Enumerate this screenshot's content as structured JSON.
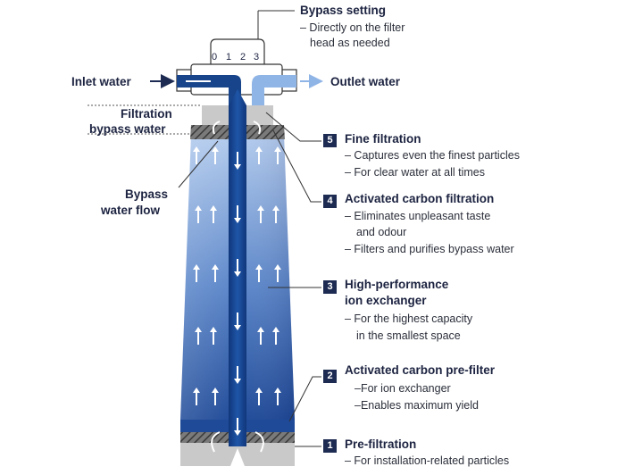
{
  "bypass": {
    "title": "Bypass setting",
    "lines": [
      "– Directly on the filter",
      "head as needed"
    ],
    "dial_marks": [
      "0",
      "1",
      "2",
      "3"
    ]
  },
  "inlet_label": "Inlet water",
  "outlet_label": "Outlet water",
  "filtration_bypass_label": [
    "Filtration",
    "bypass water"
  ],
  "bypass_flow_label": [
    "Bypass",
    "water flow"
  ],
  "stages": [
    {
      "number": "5",
      "title": [
        "Fine filtration"
      ],
      "items": [
        "– Captures even the finest particles",
        "– For clear water at all times"
      ]
    },
    {
      "number": "4",
      "title": [
        "Activated carbon filtration"
      ],
      "items": [
        "– Eliminates unpleasant taste",
        "and odour",
        "– Filters and purifies bypass water"
      ]
    },
    {
      "number": "3",
      "title": [
        "High-performance",
        "ion exchanger"
      ],
      "items": [
        "– For the highest capacity",
        "in the smallest space"
      ]
    },
    {
      "number": "2",
      "title": [
        "Activated carbon pre-filter"
      ],
      "items": [
        "–For ion exchanger",
        "–Enables maximum yield"
      ]
    },
    {
      "number": "1",
      "title": [
        "Pre-filtration"
      ],
      "items": [
        "– For installation-related particles"
      ]
    }
  ],
  "colors": {
    "dark_blue": "#1d2b52",
    "tube_blue": "#17448a",
    "body_light": "#aac3ea",
    "body_dark": "#2f5aa6",
    "outlet_blue": "#8fb4e6",
    "grey": "#c9c9c9",
    "hatch": "#5c5c5c"
  }
}
